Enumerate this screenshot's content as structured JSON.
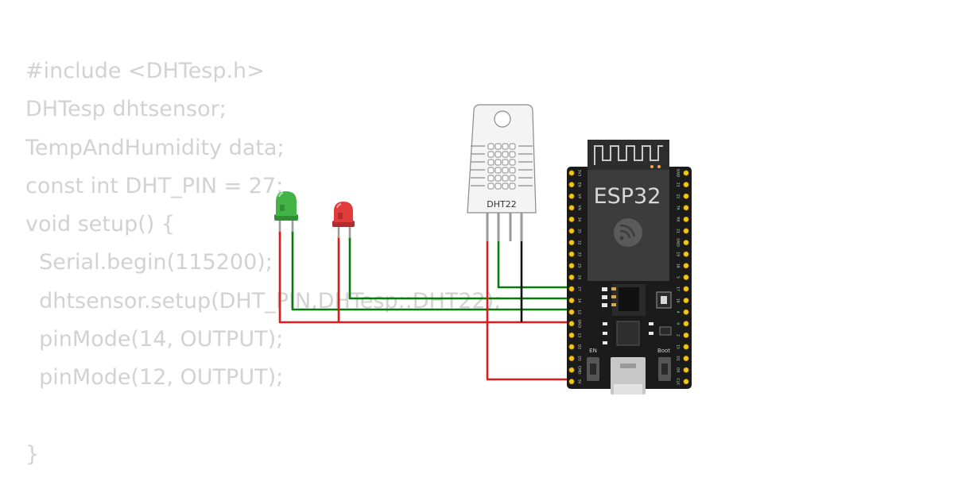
{
  "code_lines": [
    "#include <DHTesp.h>",
    "DHTesp dhtsensor;",
    "TempAndHumidity data;",
    "const int DHT_PIN = 27;",
    "void setup() {",
    "  Serial.begin(115200);",
    "  dhtsensor.setup(DHT_PIN,DHTesp::DHT22);",
    "  pinMode(14, OUTPUT);",
    "  pinMode(12, OUTPUT);",
    "",
    "}"
  ],
  "sensor": {
    "label": "DHT22"
  },
  "board": {
    "label": "ESP32",
    "en_label": "EN",
    "boot_label": "Boot",
    "left_pins": [
      "3V3",
      "EN",
      "VP",
      "VN",
      "34",
      "35",
      "32",
      "33",
      "25",
      "26",
      "27",
      "14",
      "12",
      "GND",
      "13",
      "D2",
      "D3",
      "CMD",
      "5V"
    ],
    "right_pins": [
      "GND",
      "23",
      "22",
      "TX",
      "RX",
      "21",
      "GND",
      "19",
      "18",
      "5",
      "17",
      "16",
      "4",
      "0",
      "2",
      "15",
      "D1",
      "D0",
      "CLK"
    ]
  },
  "leds": [
    {
      "name": "green-led",
      "color": "#44b347"
    },
    {
      "name": "red-led",
      "color": "#e23b3b"
    }
  ],
  "wire_colors": {
    "red": "#e01b1b",
    "green": "#0a7a0a",
    "black": "#111111"
  }
}
